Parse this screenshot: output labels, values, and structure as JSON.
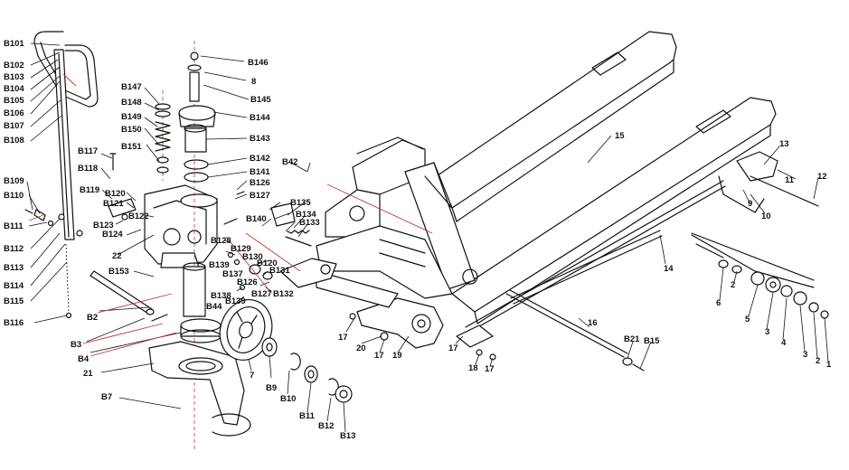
{
  "labels": {
    "B101": "B101",
    "B102": "B102",
    "B103": "B103",
    "B104": "B104",
    "B105": "B105",
    "B106": "B106",
    "B107": "B107",
    "B108": "B108",
    "B109": "B109",
    "B110": "B110",
    "B111": "B111",
    "B112": "B112",
    "B113": "B113",
    "B114": "B114",
    "B115": "B115",
    "B116": "B116",
    "B117": "B117",
    "B118": "B118",
    "B119": "B119",
    "B120": "B120",
    "B121": "B121",
    "B122": "B122",
    "B123": "B123",
    "B124": "B124",
    "B126": "B126",
    "B127": "B127",
    "B128": "B128",
    "B129": "B129",
    "B130": "B130",
    "B131": "B131",
    "B132": "B132",
    "B133": "B133",
    "B134": "B134",
    "B135": "B135",
    "B137": "B137",
    "B138": "B138",
    "B139": "B139",
    "B140": "B140",
    "B141": "B141",
    "B142": "B142",
    "B143": "B143",
    "B144": "B144",
    "B145": "B145",
    "B146": "B146",
    "B147": "B147",
    "B148": "B148",
    "B149": "B149",
    "B150": "B150",
    "B151": "B151",
    "B153": "B153",
    "B2": "B2",
    "B3": "B3",
    "B4": "B4",
    "B7": "B7",
    "B9": "B9",
    "B10": "B10",
    "B11": "B11",
    "B12": "B12",
    "B13": "B13",
    "B15": "B15",
    "B21": "B21",
    "B42": "B42",
    "B44": "B44",
    "n1": "1",
    "n2": "2",
    "n3": "3",
    "n4": "4",
    "n5": "5",
    "n6": "6",
    "n7": "7",
    "n8": "8",
    "n9": "9",
    "n10": "10",
    "n11": "11",
    "n12": "12",
    "n13": "13",
    "n14": "14",
    "n15": "15",
    "n16": "16",
    "n17": "17",
    "n18": "18",
    "n19": "19",
    "n20": "20",
    "n21": "21",
    "n22": "22"
  }
}
